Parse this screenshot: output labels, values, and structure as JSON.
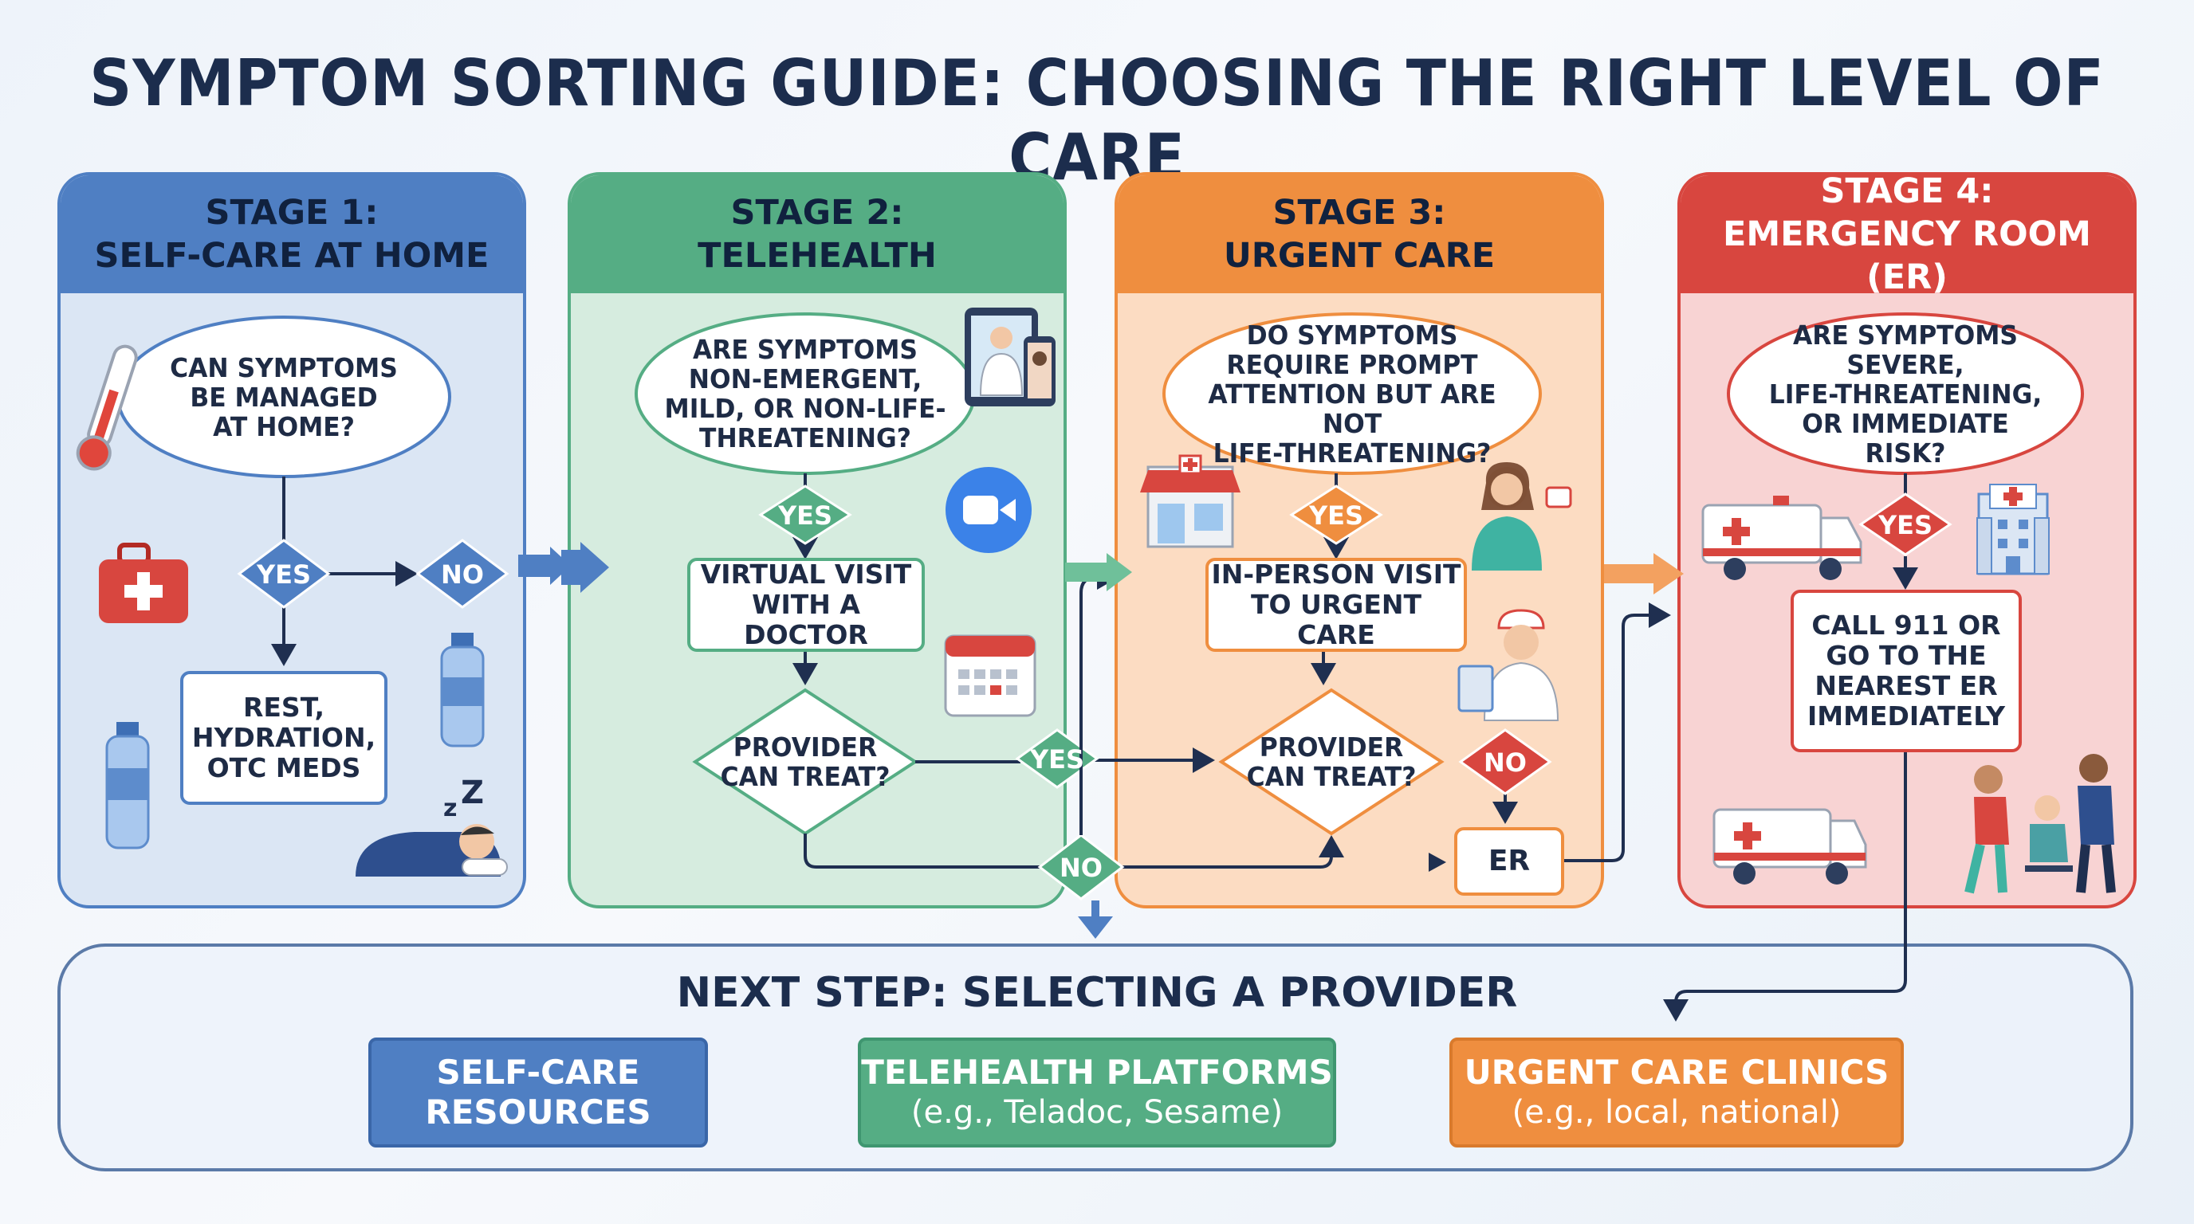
{
  "title": "SYMPTOM SORTING GUIDE: CHOOSING THE RIGHT LEVEL OF CARE",
  "colors": {
    "stage1": "#4f7fc3",
    "stage2": "#55ad84",
    "stage3": "#ef8e3f",
    "stage4": "#d8463f",
    "navy": "#1f2f50"
  },
  "stage1": {
    "label": "STAGE 1:",
    "name": "SELF-CARE AT HOME",
    "question": [
      "CAN SYMPTOMS",
      "BE MANAGED",
      "AT HOME?"
    ],
    "yes": "YES",
    "no": "NO",
    "action": [
      "REST,",
      "HYDRATION,",
      "OTC MEDS"
    ],
    "icons": [
      "thermometer-icon",
      "first-aid-kit-icon",
      "water-bottle-icon",
      "sleeping-person-icon"
    ]
  },
  "stage2": {
    "label": "STAGE 2:",
    "name": "TELEHEALTH",
    "question": [
      "ARE SYMPTOMS",
      "NON-EMERGENT,",
      "MILD, OR NON-LIFE-",
      "THREATENING?"
    ],
    "yes": "YES",
    "action": [
      "VIRTUAL VISIT",
      "WITH A DOCTOR"
    ],
    "decision": [
      "PROVIDER",
      "CAN TREAT?"
    ],
    "decision_yes": "YES",
    "decision_no": "NO",
    "icons": [
      "telehealth-devices-icon",
      "video-camera-icon",
      "calendar-icon"
    ]
  },
  "stage3": {
    "label": "STAGE 3:",
    "name": "URGENT CARE",
    "question": [
      "DO SYMPTOMS",
      "REQUIRE PROMPT",
      "ATTENTION BUT ARE NOT",
      "LIFE-THREATENING?"
    ],
    "yes": "YES",
    "action": [
      "IN-PERSON VISIT",
      "TO URGENT CARE"
    ],
    "decision": [
      "PROVIDER",
      "CAN TREAT?"
    ],
    "decision_no": "NO",
    "er": "ER",
    "icons": [
      "clinic-storefront-icon",
      "nurse-with-stethoscope-icon",
      "nurse-with-clipboard-icon"
    ]
  },
  "stage4": {
    "label": "STAGE 4:",
    "name": "EMERGENCY ROOM (ER)",
    "question": [
      "ARE SYMPTOMS",
      "SEVERE,",
      "LIFE-THREATENING,",
      "OR IMMEDIATE RISK?"
    ],
    "yes": "YES",
    "action": [
      "CALL 911 OR",
      "GO TO THE",
      "NEAREST ER",
      "IMMEDIATELY"
    ],
    "icons": [
      "ambulance-icon",
      "hospital-icon",
      "assisted-patient-icon"
    ]
  },
  "next_step": {
    "title": "NEXT STEP: SELECTING A PROVIDER",
    "providers": [
      {
        "line1": "SELF-CARE",
        "line2": "RESOURCES",
        "sub": ""
      },
      {
        "line1": "TELEHEALTH PLATFORMS",
        "line2": "",
        "sub": "(e.g., Teladoc, Sesame)"
      },
      {
        "line1": "URGENT CARE CLINICS",
        "line2": "",
        "sub": "(e.g., local, national)"
      }
    ]
  }
}
